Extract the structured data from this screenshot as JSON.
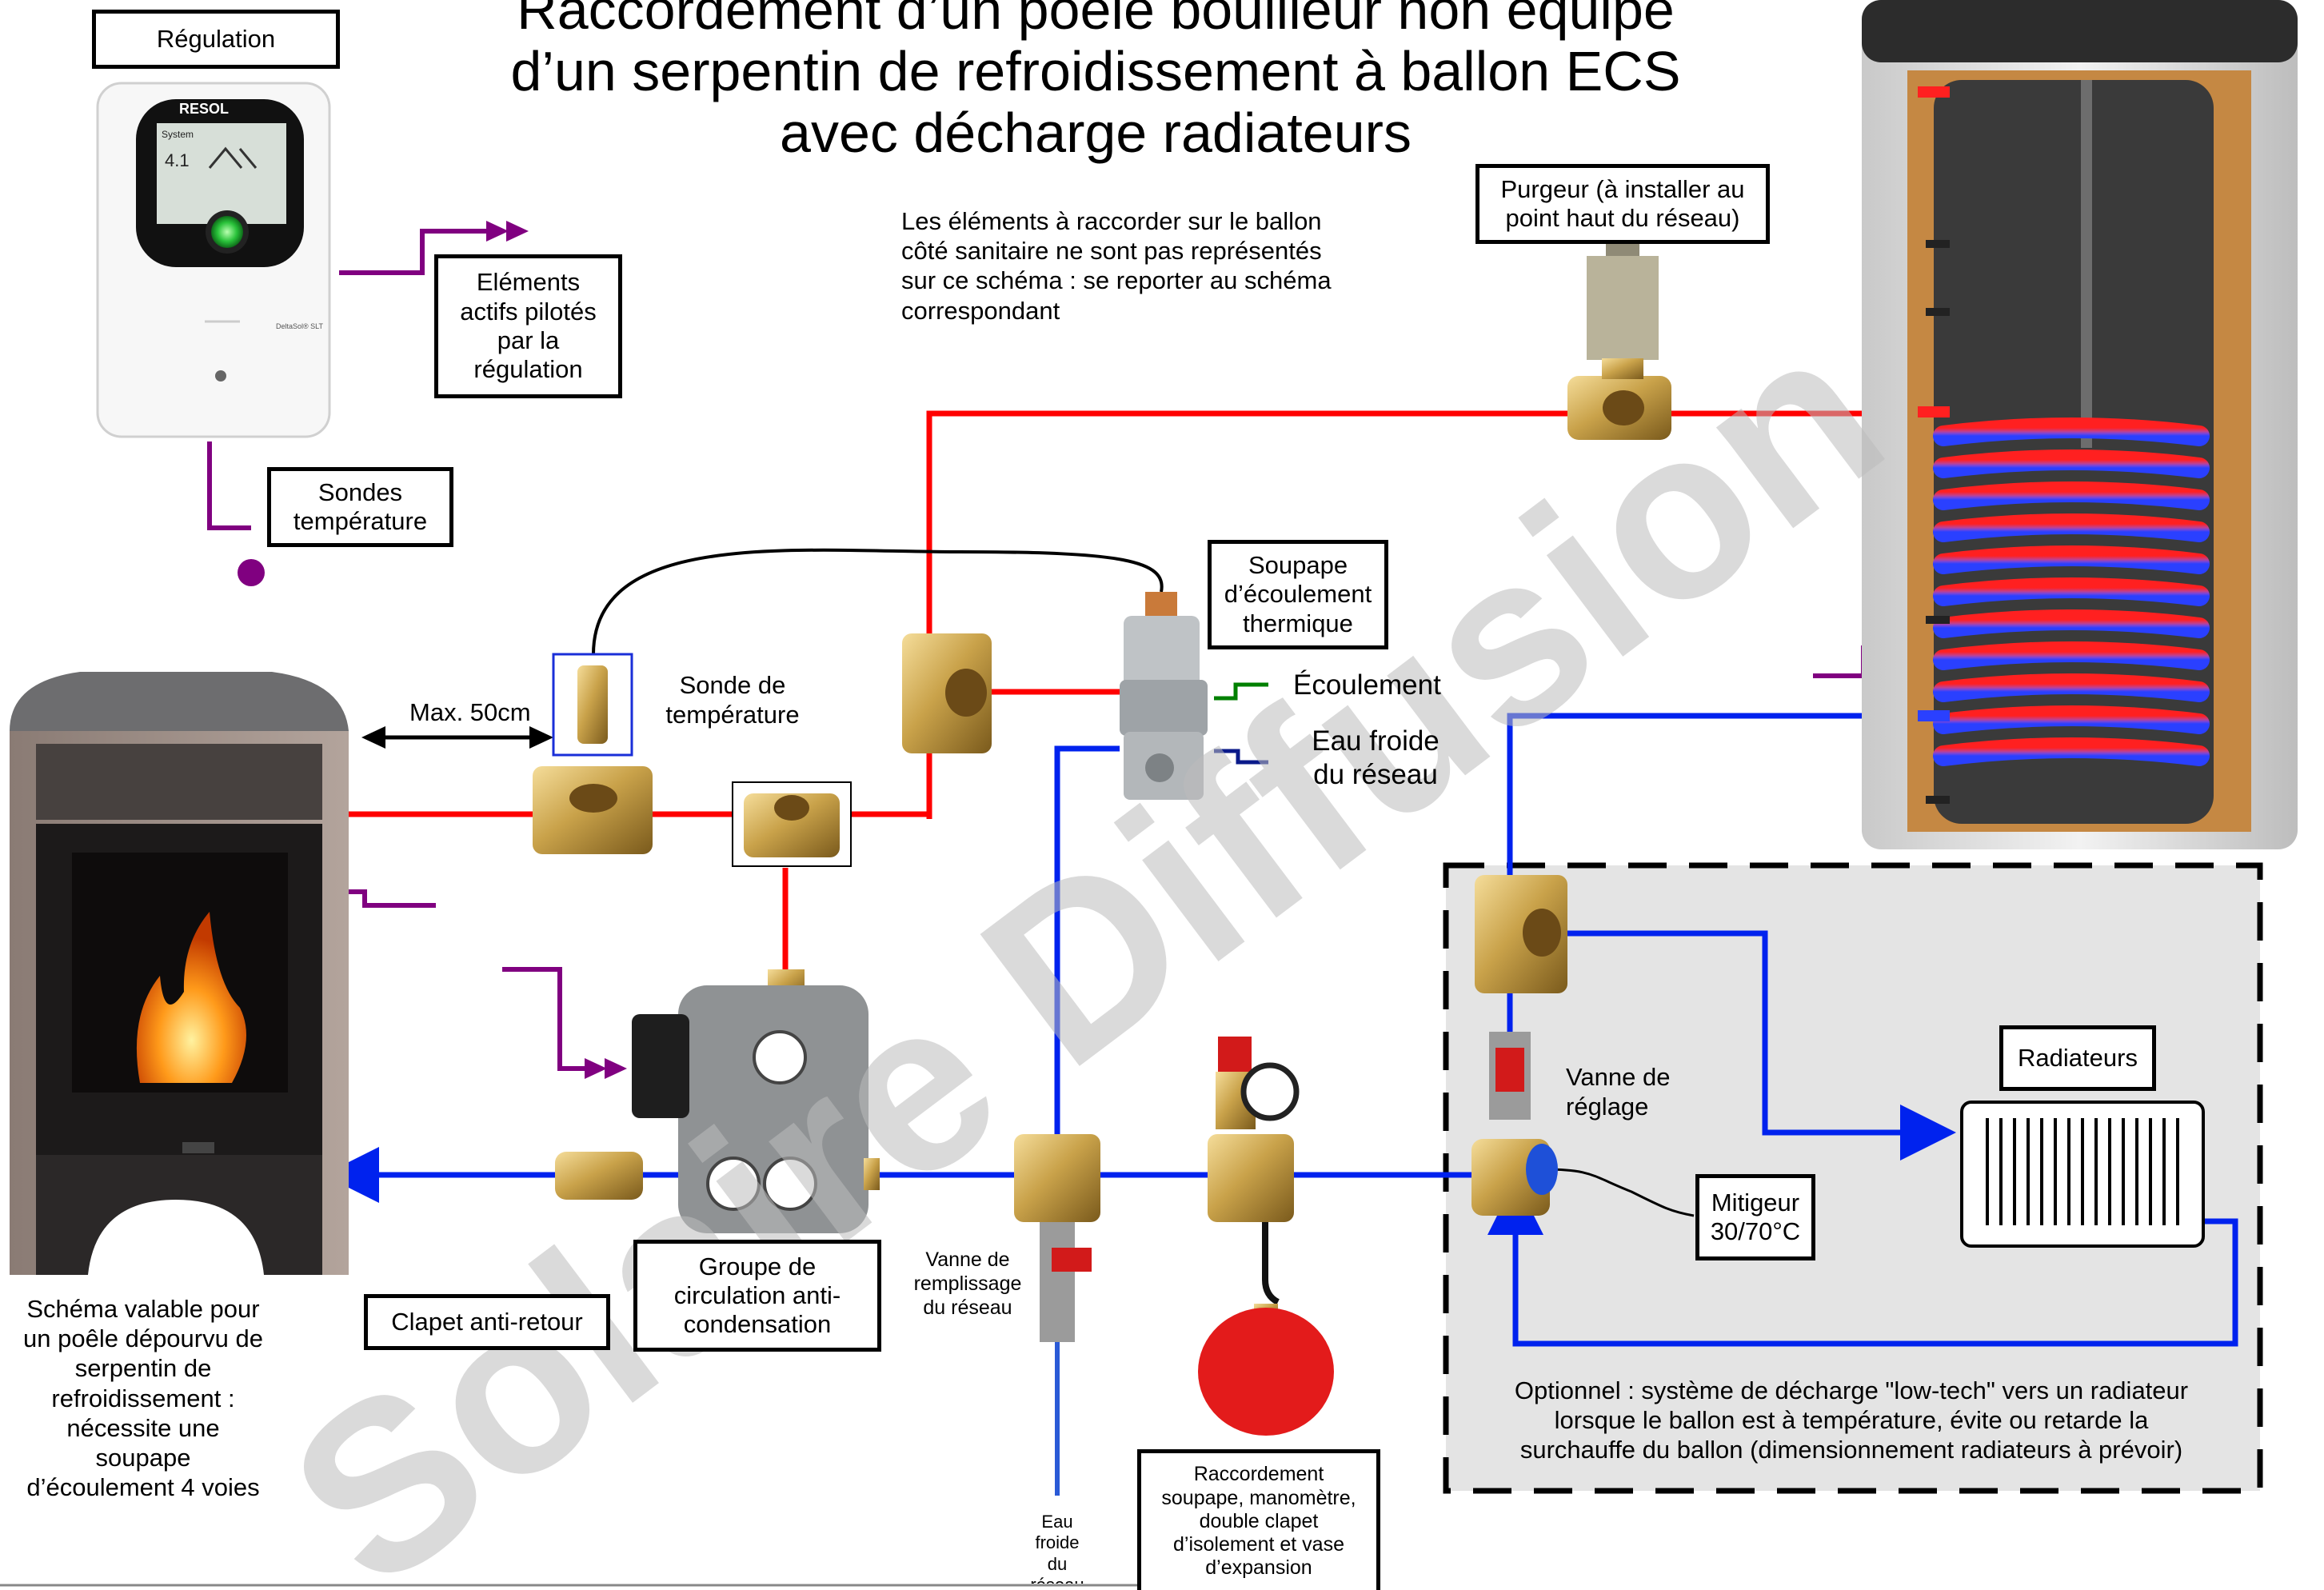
{
  "title": "Raccordement d’un poêle bouilleur non équipé\nd’un serpentin de refroidissement à ballon ECS\navec décharge radiateurs",
  "watermark": "Solaire Diffusion",
  "controller": {
    "brand": "RESOL",
    "display_title": "System",
    "display_value": "4.1",
    "model": "DeltaSol® SLT"
  },
  "labels": {
    "regulation": "Régulation",
    "elements_actifs": "Eléments\nactifs pilotés\npar la\nrégulation",
    "sondes_temperature": "Sondes\ntempérature",
    "note_sanitaire": "Les éléments à raccorder sur le ballon\ncôté sanitaire ne sont pas représentés\nsur ce schéma : se reporter au schéma\ncorrespondant",
    "purgeur": "Purgeur (à installer au\npoint haut du réseau)",
    "soupape": "Soupape\nd’écoulement\nthermique",
    "ecoulement": "Écoulement",
    "eau_froide_reseau": "Eau froide\ndu réseau",
    "max_distance": "Max. 50cm",
    "sonde_temperature": "Sonde de\ntempérature",
    "vanne_reglage": "Vanne de\nréglage",
    "radiateurs": "Radiateurs",
    "mitigeur": "Mitigeur\n30/70°C",
    "schema_valable": "Schéma valable pour\nun poêle dépourvu de\nserpentin de\nrefroidissement :\nnécessite une\nsoupape\nd’écoulement 4 voies",
    "clapet": "Clapet anti-retour",
    "groupe": "Groupe de\ncirculation anti-\ncondensation",
    "vanne_remplissage": "Vanne de\nremplissage\ndu réseau",
    "eau_froide_bas": "Eau\nfroide\ndu\nréseau",
    "raccordement": "Raccordement\nsoupape, manomètre,\ndouble clapet\nd’isolement et vase\nd’expansion",
    "optionnel": "Optionnel : système de décharge \"low-tech\" vers un radiateur\nlorsque le ballon est à température, évite ou retarde la\nsurchauffe du ballon (dimensionnement radiateurs à prévoir)"
  },
  "colors": {
    "hot": "#ff0000",
    "cold": "#0022ee",
    "control": "#800080",
    "drain": "#008000",
    "network": "#0a1a8a",
    "brass": "#c9a24a",
    "watermark": "#bbbbbb"
  }
}
